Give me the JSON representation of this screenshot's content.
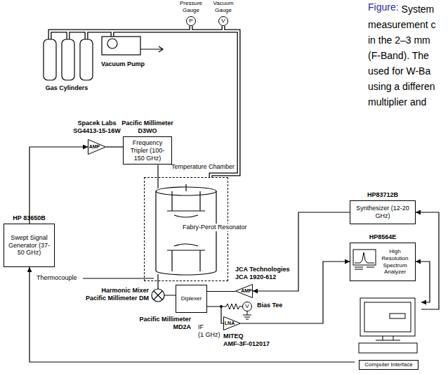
{
  "diagram": {
    "caption": "System measurement c in the 2–3 mm (F-Band). The used for W-Ba using a differen multiplier and",
    "nodes": [
      {
        "text": [
          "P"
        ]
      },
      {
        "text": [
          "V"
        ]
      },
      {
        "text": [
          "HP 83650B",
          "Swept Signal Generator (37-50 GHz)"
        ]
      },
      {
        "text": [
          "AMP"
        ]
      },
      {
        "text": [
          "Frequency Tripler (100-150 GHz)"
        ]
      },
      {
        "text": [
          "Temperature Chamber"
        ]
      },
      {
        "text": [
          "HP83712B",
          "Synthesizer (12-20 GHz)"
        ]
      },
      {
        "text": [
          "HP8564E",
          "High Resolution Spectrum Analyzer"
        ]
      },
      {
        "text": [
          "AMP"
        ]
      },
      {
        "text": [
          "Diplexer"
        ]
      },
      {
        "text": [
          "V"
        ]
      },
      {
        "text": [
          "LNA"
        ]
      },
      {
        "text": [
          "Computer Interface"
        ]
      }
    ],
    "edges": [
      {
        "from": 2,
        "to": 3,
        "arrow": "to"
      },
      {
        "from": 3,
        "to": 4,
        "arrow": "none"
      },
      {
        "from": 4,
        "to": 5,
        "arrow": "none"
      },
      {
        "from": 6,
        "to": 8,
        "arrow": "to"
      },
      {
        "from": 8,
        "to": 9,
        "arrow": "none"
      },
      {
        "from": 9,
        "to": 11,
        "arrow": "none"
      },
      {
        "from": 11,
        "to": 7,
        "arrow": "to"
      },
      {
        "from": 12,
        "to": 6,
        "arrow": "to"
      },
      {
        "from": 12,
        "to": 7,
        "arrow": "both"
      },
      {
        "from": 12,
        "to": 2,
        "arrow": "to"
      }
    ],
    "labels": [
      "Pressure Gauge",
      "Vacuum Gauge",
      "Gas Cylinders",
      "Vacuum Pump",
      "Spacek Labs",
      "SG4413-15-16W",
      "Pacific Millimeter",
      "D3WO",
      "Fabry-Perot Resonator",
      "Thermocouple",
      "Harmonic Mixer",
      "Pacific Millimeter DM",
      "Pacific Millimeter",
      "MD2A",
      "IF",
      "(1 GHz)",
      "JCA Technologies",
      "JCA 1920-612",
      "Bias Tee",
      "MITEQ",
      "AMF-3F-012017",
      "Figure:"
    ]
  }
}
